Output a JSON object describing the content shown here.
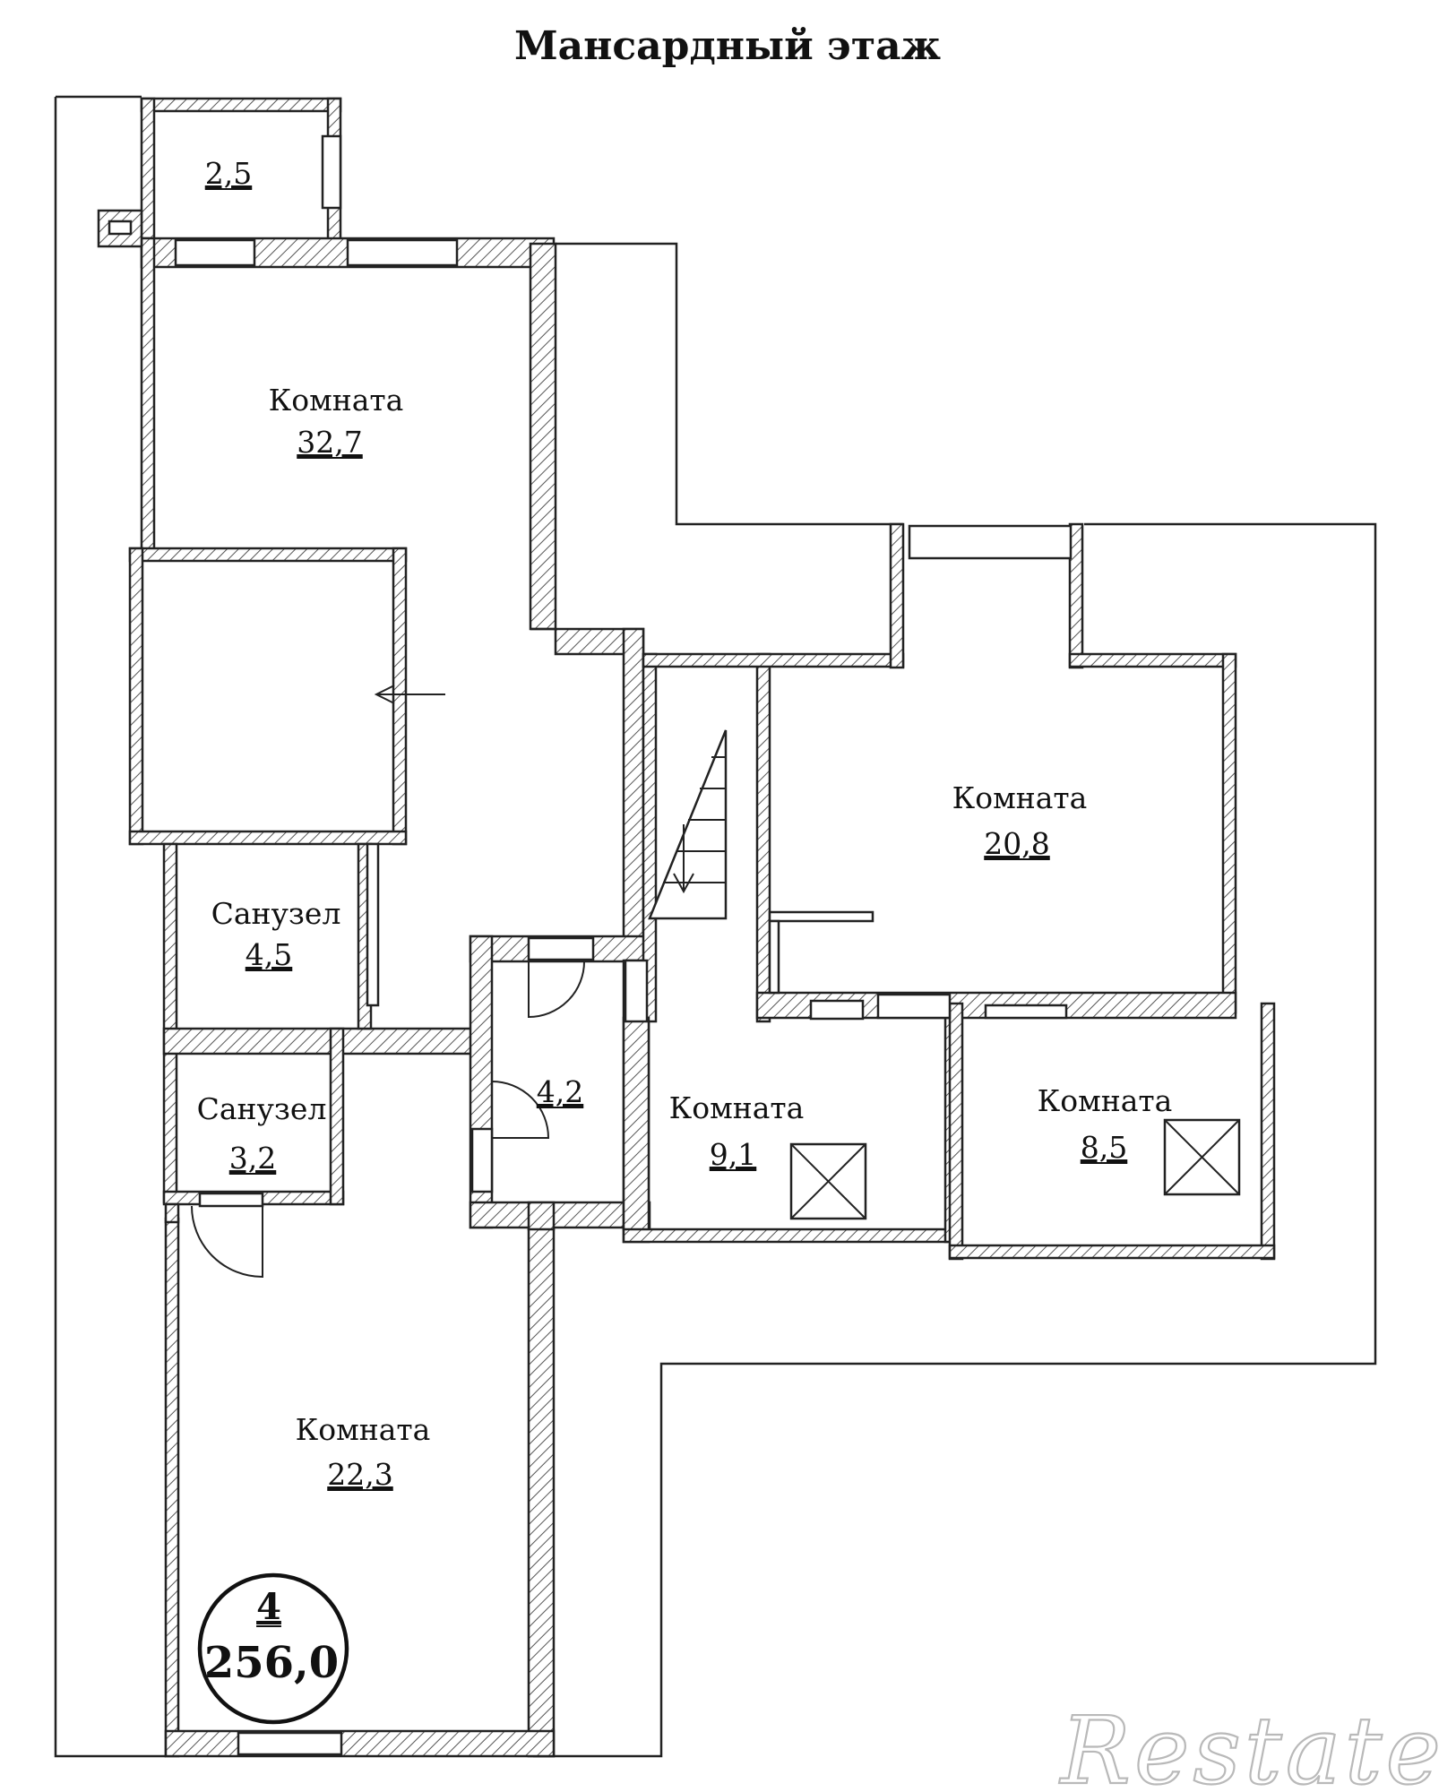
{
  "title": "Мансардный этаж",
  "rooms": [
    {
      "name": "",
      "area": "2,5"
    },
    {
      "name": "Комната",
      "area": "32,7"
    },
    {
      "name": "Санузел",
      "area": "4,5"
    },
    {
      "name": "Санузел",
      "area": "3,2"
    },
    {
      "name": "",
      "area": "4,2"
    },
    {
      "name": "Комната",
      "area": "20,8"
    },
    {
      "name": "Комната",
      "area": "9,1"
    },
    {
      "name": "Комната",
      "area": "8,5"
    },
    {
      "name": "Комната",
      "area": "22,3"
    }
  ],
  "summary": {
    "floor_number": "4",
    "total_area": "256,0"
  },
  "watermark": "Restate"
}
